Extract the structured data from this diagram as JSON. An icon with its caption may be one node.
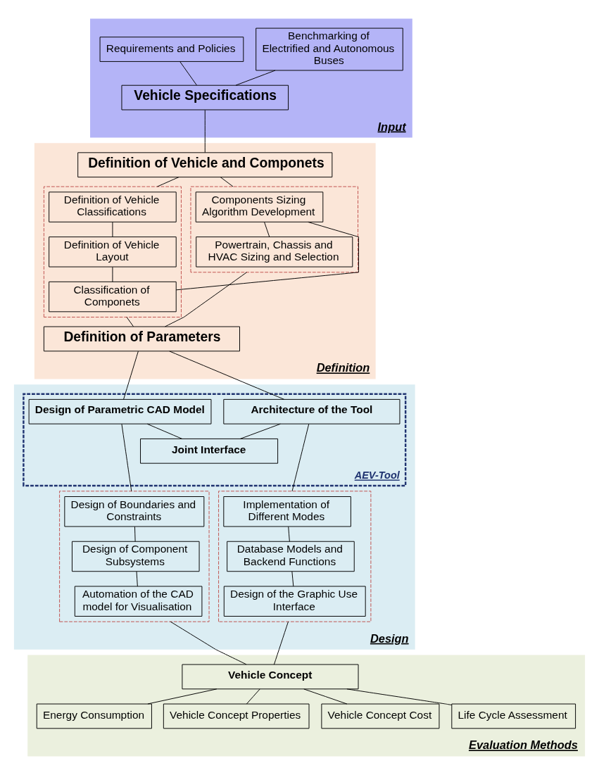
{
  "diagram": {
    "nodes": [
      {
        "text": [
          "Input"
        ]
      },
      {
        "text": [
          "Requirements and Policies"
        ],
        "in": 0
      },
      {
        "text": [
          "Benchmarking of Electrified and Autonomous Buses"
        ],
        "in": 0
      },
      {
        "text": [
          "Vehicle Specifications"
        ],
        "in": 0
      },
      {
        "text": [
          "Definition"
        ]
      },
      {
        "text": [
          "Definition of Vehicle and Componets"
        ],
        "in": 4
      },
      {
        "text": [],
        "shape": "box",
        "in": 4
      },
      {
        "text": [
          "Definition of Vehicle Classifications"
        ],
        "in": 6
      },
      {
        "text": [
          "Definition of Vehicle Layout"
        ],
        "in": 6
      },
      {
        "text": [
          "Classification of Componets"
        ],
        "in": 6
      },
      {
        "text": [],
        "shape": "box",
        "in": 4
      },
      {
        "text": [
          "Components Sizing Algorithm Development"
        ],
        "in": 10
      },
      {
        "text": [
          "Powertrain, Chassis and HVAC Sizing and Selection"
        ],
        "in": 10
      },
      {
        "text": [
          "Definition of Parameters"
        ],
        "in": 4
      },
      {
        "text": [
          "Design"
        ]
      },
      {
        "text": [
          "AEV-Tool"
        ],
        "in": 14
      },
      {
        "text": [
          "Design of Parametric CAD Model"
        ],
        "in": 15
      },
      {
        "text": [
          "Architecture of the Tool"
        ],
        "in": 15
      },
      {
        "text": [
          "Joint Interface"
        ],
        "in": 15
      },
      {
        "text": [],
        "shape": "box",
        "in": 14
      },
      {
        "text": [
          "Design of Boundaries and Constraints"
        ],
        "in": 19
      },
      {
        "text": [
          "Design of Component Subsystems"
        ],
        "in": 19
      },
      {
        "text": [
          "Automation of the CAD model for Visualisation"
        ],
        "in": 19
      },
      {
        "text": [],
        "shape": "box",
        "in": 14
      },
      {
        "text": [
          "Implementation of Different Modes"
        ],
        "in": 23
      },
      {
        "text": [
          "Database Models and Backend Functions"
        ],
        "in": 23
      },
      {
        "text": [
          "Design of the Graphic Use Interface"
        ],
        "in": 23
      },
      {
        "text": [
          "Evaluation Methods"
        ]
      },
      {
        "text": [
          "Vehicle Concept"
        ],
        "in": 27
      },
      {
        "text": [
          "Energy Consumption"
        ],
        "in": 27
      },
      {
        "text": [
          "Vehicle Concept Properties"
        ],
        "in": 27
      },
      {
        "text": [
          "Vehicle Concept Cost"
        ],
        "in": 27
      },
      {
        "text": [
          "Life Cycle Assessment"
        ],
        "in": 27
      }
    ],
    "edges": [
      {
        "from": 1,
        "to": 3,
        "arrow": "none"
      },
      {
        "from": 2,
        "to": 3,
        "arrow": "none"
      },
      {
        "from": 3,
        "to": 5,
        "arrow": "none"
      },
      {
        "from": 5,
        "to": 6,
        "arrow": "none"
      },
      {
        "from": 5,
        "to": 10,
        "arrow": "none"
      },
      {
        "from": 7,
        "to": 8,
        "arrow": "none"
      },
      {
        "from": 8,
        "to": 9,
        "arrow": "none"
      },
      {
        "from": 9,
        "to": 11,
        "arrow": "none"
      },
      {
        "from": 11,
        "to": 12,
        "arrow": "none"
      },
      {
        "from": 6,
        "to": 13,
        "arrow": "none"
      },
      {
        "from": 10,
        "to": 13,
        "arrow": "none"
      },
      {
        "from": 13,
        "to": 16,
        "arrow": "none"
      },
      {
        "from": 13,
        "to": 17,
        "arrow": "none"
      },
      {
        "from": 16,
        "to": 18,
        "arrow": "none"
      },
      {
        "from": 17,
        "to": 18,
        "arrow": "none"
      },
      {
        "from": 16,
        "to": 19,
        "arrow": "none"
      },
      {
        "from": 17,
        "to": 23,
        "arrow": "none"
      },
      {
        "from": 20,
        "to": 21,
        "arrow": "none"
      },
      {
        "from": 21,
        "to": 22,
        "arrow": "none"
      },
      {
        "from": 24,
        "to": 25,
        "arrow": "none"
      },
      {
        "from": 25,
        "to": 26,
        "arrow": "none"
      },
      {
        "from": 19,
        "to": 28,
        "arrow": "none"
      },
      {
        "from": 23,
        "to": 28,
        "arrow": "none"
      },
      {
        "from": 28,
        "to": 29,
        "arrow": "none"
      },
      {
        "from": 28,
        "to": 30,
        "arrow": "none"
      },
      {
        "from": 28,
        "to": 31,
        "arrow": "none"
      },
      {
        "from": 28,
        "to": 32,
        "arrow": "none"
      }
    ]
  }
}
